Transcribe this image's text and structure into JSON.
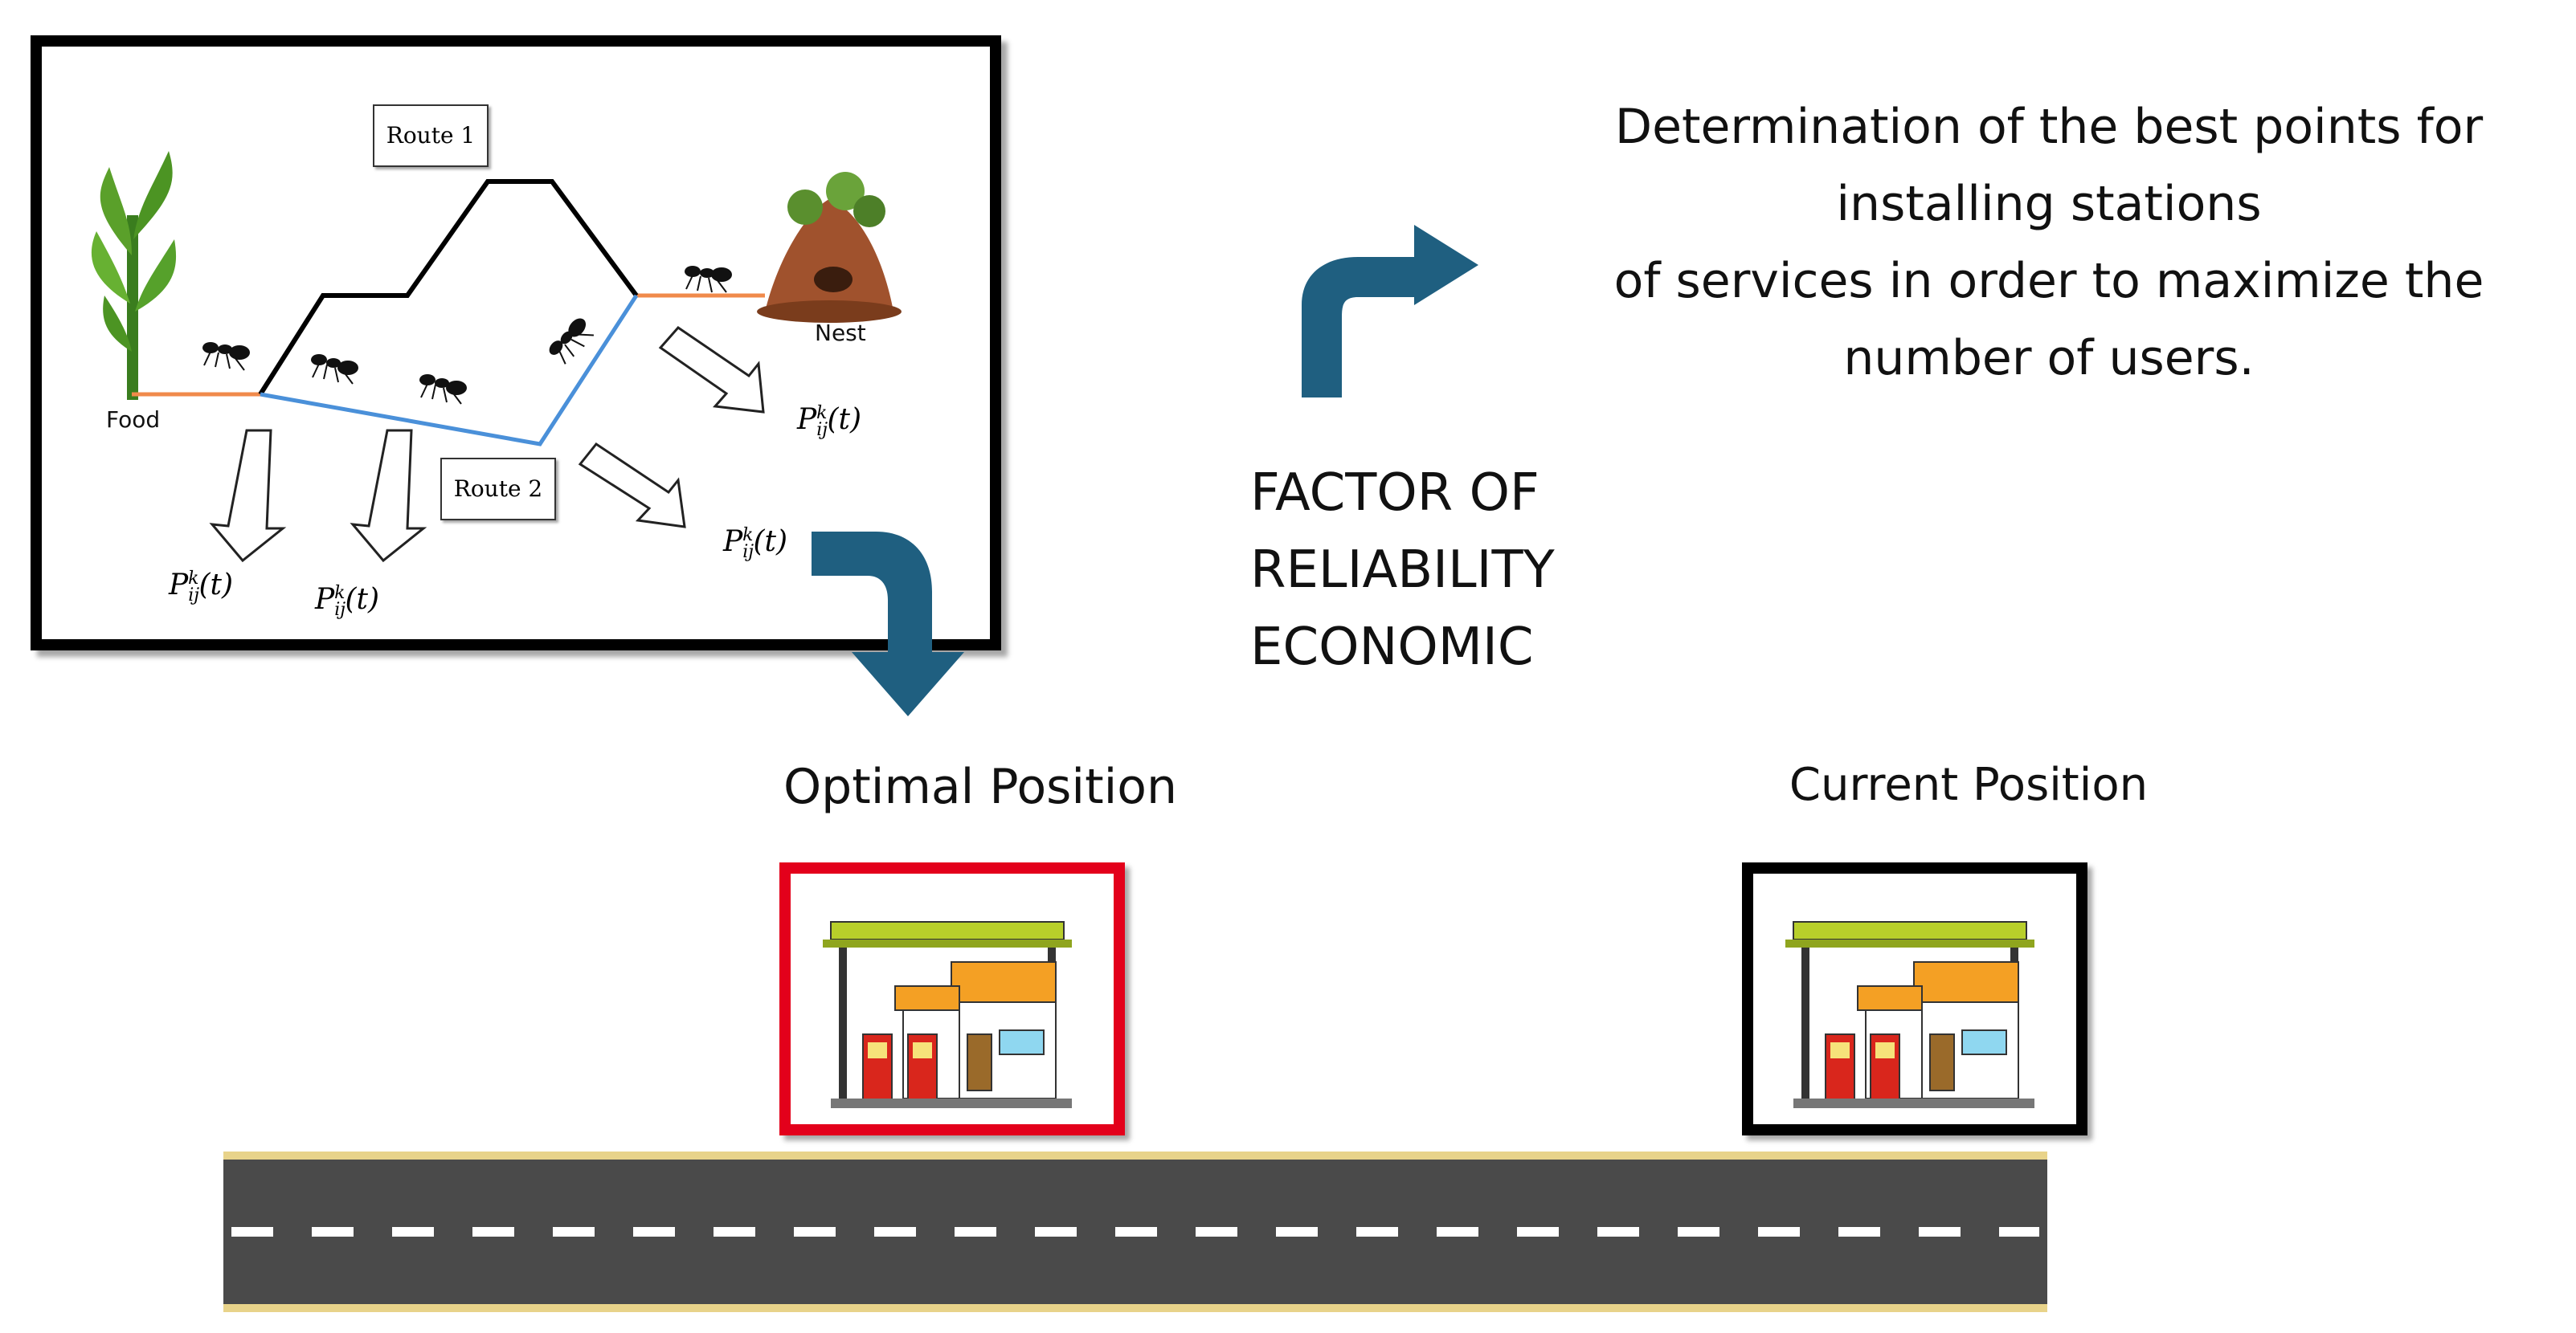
{
  "diagram": {
    "route1_label": "Route 1",
    "route2_label": "Route 2",
    "food_label": "Food",
    "nest_label": "Nest",
    "probability_label": "P_ij^k(t)",
    "goal_lines": [
      "Determination of the best points for",
      "installing stations",
      "of services in order to maximize the",
      "number of users."
    ],
    "factor_lines": [
      "FACTOR OF",
      "RELIABILITY",
      "ECONOMIC"
    ],
    "optimal_position_label": "Optimal Position",
    "current_position_label": "Current Position",
    "colors": {
      "arrow": "#1f5f80",
      "optimal_frame": "#e3001b",
      "current_frame": "#000000",
      "road": "#4a4a4a",
      "road_edge": "#e8d38a",
      "route2": "#4a90d9",
      "food_line": "#f08a4b"
    }
  }
}
